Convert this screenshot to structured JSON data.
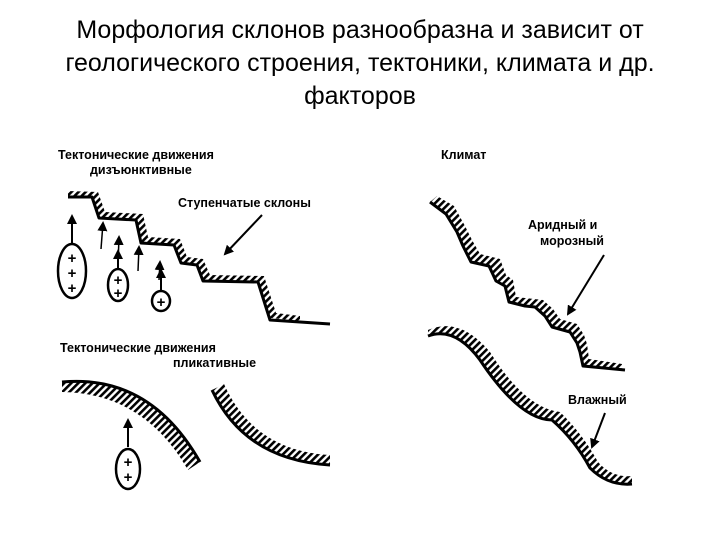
{
  "title": {
    "line1": "Морфология склонов разнообразна и зависит от",
    "line2": "геологического строения, тектоники, климата и др.",
    "line3": "факторов"
  },
  "left_top": {
    "heading_line1": "Тектонические движения",
    "heading_line2": "дизъюнктивные",
    "callout": "Ступенчатые склоны",
    "block_signs": [
      "+",
      "+",
      "+"
    ]
  },
  "left_bottom": {
    "heading_line1": "Тектонические движения",
    "heading_line2": "пликативные",
    "block_signs": [
      "+",
      "+"
    ]
  },
  "right": {
    "heading": "Климат",
    "arid_line1": "Аридный  и",
    "arid_line2": "морозный",
    "humid": "Влажный"
  }
}
